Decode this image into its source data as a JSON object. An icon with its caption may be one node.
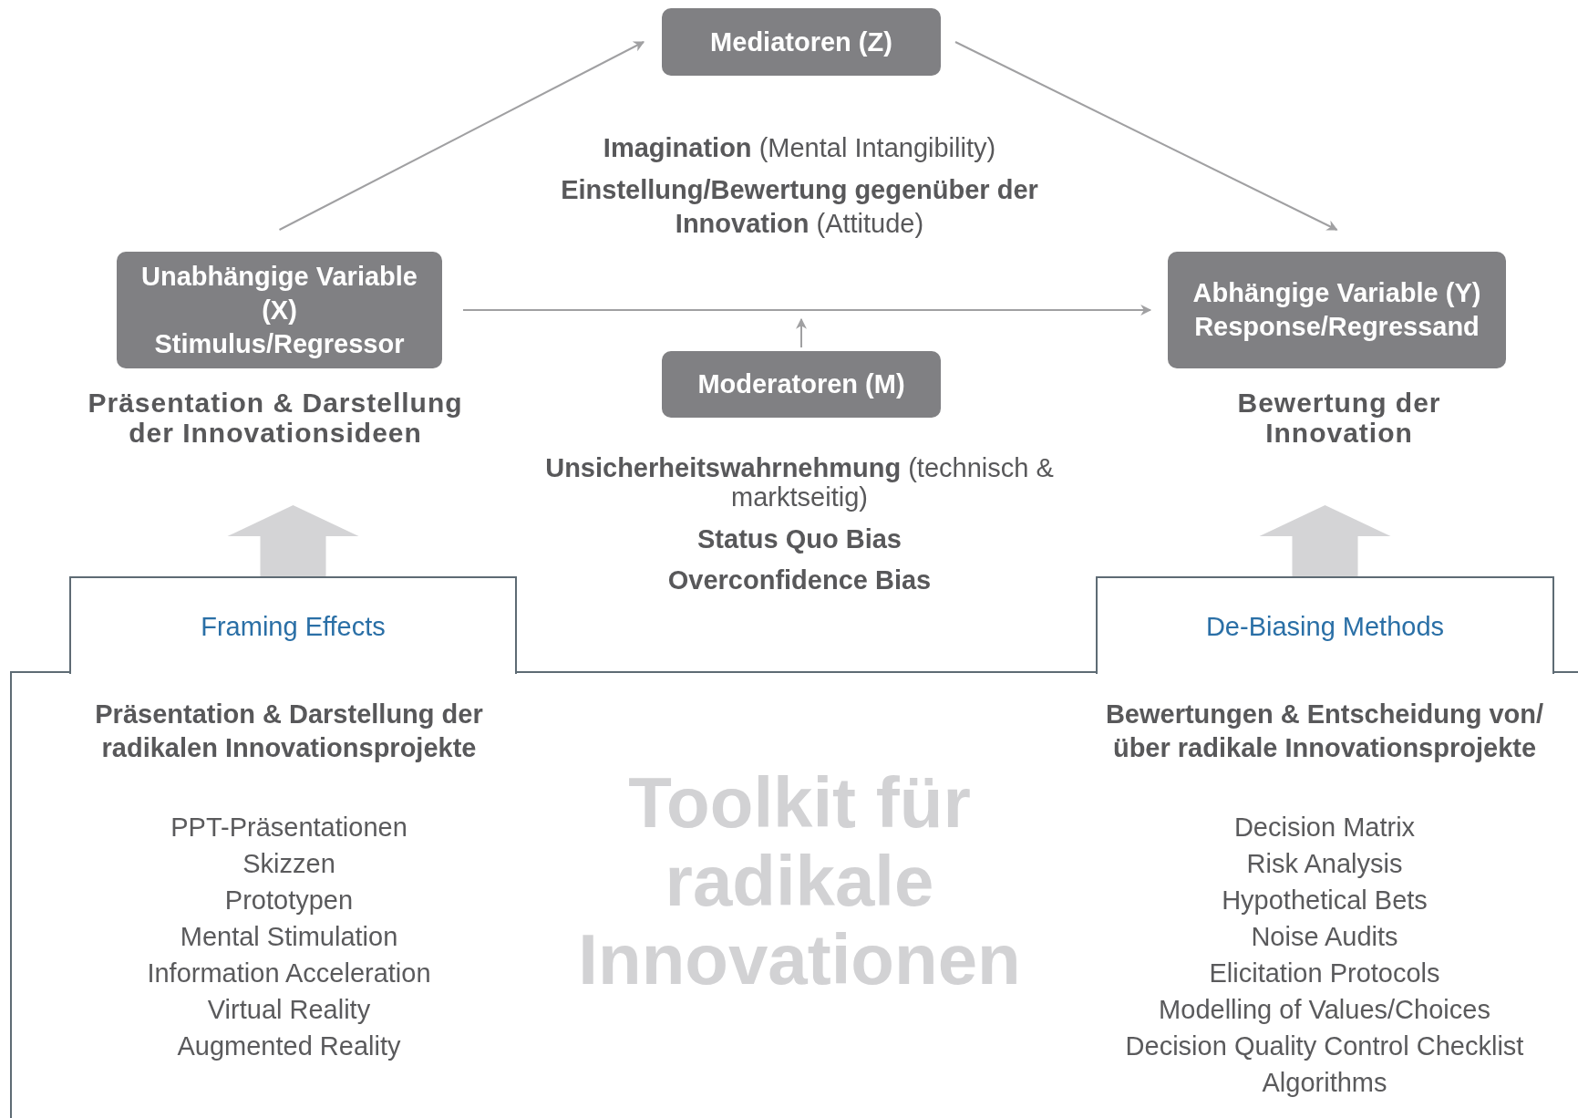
{
  "diagram": {
    "nodes": [
      {
        "text": [
          "Mediatoren (Z)"
        ]
      },
      {
        "text": [
          "Unabhängige Variable (X)",
          "Stimulus/Regressor"
        ],
        "beside": [
          "Präsentation & Darstellung der Innovationsideen"
        ]
      },
      {
        "text": [
          "Abhängige Variable (Y)",
          "Response/Regressand"
        ],
        "beside": [
          "Bewertung der Innovation"
        ]
      },
      {
        "text": [
          "Moderatoren (M)"
        ]
      },
      {
        "text": [
          "Toolkit für radikale Innovationen"
        ]
      },
      {
        "text": [
          "Framing Effects"
        ],
        "in": 4
      },
      {
        "text": [
          "De-Biasing Methods"
        ],
        "in": 4
      }
    ],
    "edges": [
      {
        "from": 1,
        "to": 0,
        "arrow": "to"
      },
      {
        "from": 0,
        "to": 2,
        "arrow": "to"
      },
      {
        "from": 1,
        "to": 2,
        "arrow": "to"
      },
      {
        "from": 3,
        "to": null,
        "arrow": "to"
      },
      {
        "from": 5,
        "to": 1,
        "arrow": "to",
        "style": "thick",
        "color": "#d4d4d6"
      },
      {
        "from": 6,
        "to": 2,
        "arrow": "to",
        "style": "thick",
        "color": "#d4d4d6"
      }
    ],
    "labels": [
      "**Imagination** (Mental Intangibility)",
      "**Einstellung/Bewertung gegenüber der Innovation** (Attitude)",
      "**Unsicherheitswahrnehmung** (technisch & marktseitig)",
      "Status Quo Bias",
      "Overconfidence Bias",
      "Präsentation & Darstellung der radikalen Innovationsprojekte",
      "PPT-Präsentationen",
      "Skizzen",
      "Prototypen",
      "Mental Stimulation",
      "Information Acceleration",
      "Virtual Reality",
      "Augmented Reality",
      "Bewertungen & Entscheidung von/ über radikale Innovationsprojekte",
      "Decision Matrix",
      "Risk Analysis",
      "Hypothetical Bets",
      "Noise Audits",
      "Elicitation Protocols",
      "Modelling of Values/Choices",
      "Decision Quality Control Checklist",
      "Algorithms"
    ]
  }
}
